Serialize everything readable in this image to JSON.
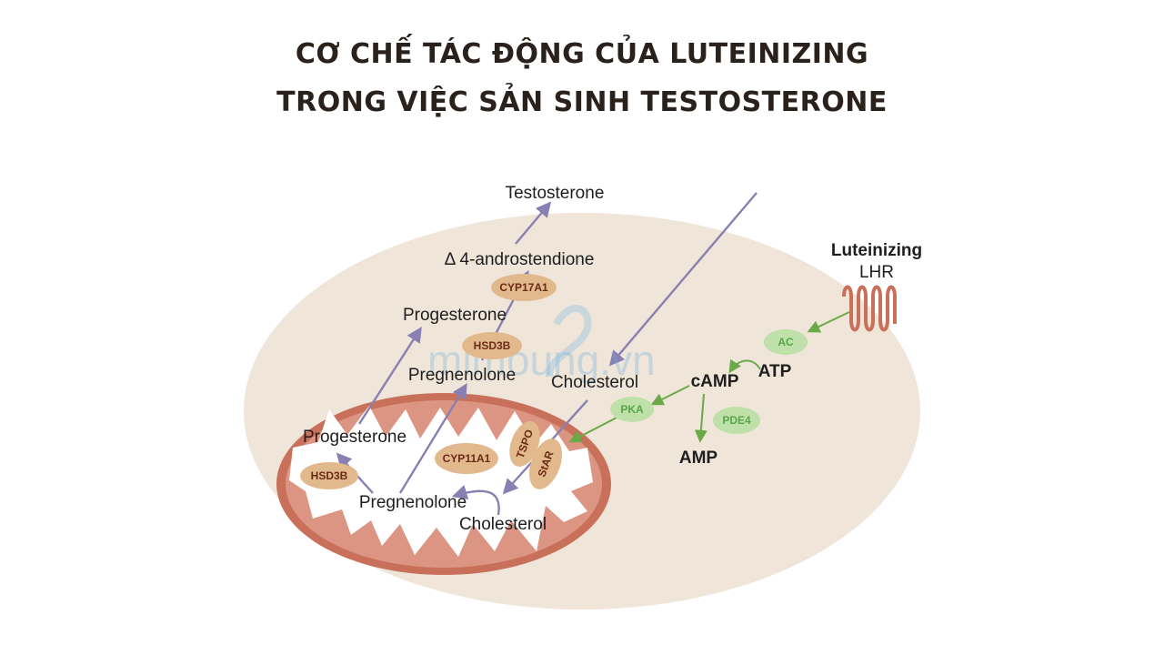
{
  "title": {
    "line1": "CƠ CHẾ TÁC ĐỘNG CỦA LUTEINIZING",
    "line2": "TRONG VIỆC SẢN SINH TESTOSTERONE"
  },
  "labels": {
    "testosterone": "Testosterone",
    "androstendione": "Δ 4-androstendione",
    "progesterone_upper": "Progesterone",
    "pregnenolone_upper": "Pregnenolone",
    "cholesterol_upper": "Cholesterol",
    "progesterone_lower": "Progesterone",
    "pregnenolone_lower": "Pregnenolone",
    "cholesterol_lower": "Cholesterol",
    "luteinizing": "Luteinizing",
    "lhr": "LHR",
    "atp": "ATP",
    "camp": "cAMP",
    "amp": "AMP"
  },
  "enzymes": {
    "cyp17a1": "CYP17A1",
    "hsd3b_upper": "HSD3B",
    "hsd3b_lower": "HSD3B",
    "cyp11a1": "CYP11A1",
    "tspo": "TSPO",
    "star": "StAR",
    "ac": "AC",
    "pka": "PKA",
    "pde4": "PDE4"
  },
  "watermark": "mimoung.vn",
  "colors": {
    "cell": "#efe5d8",
    "mito_outer": "#c8705a",
    "enzyme_fill": "#e2b98c",
    "green_enzyme": "#bfe0a8",
    "purple_arrow": "#8a7fb2",
    "green_arrow": "#6aa848"
  }
}
